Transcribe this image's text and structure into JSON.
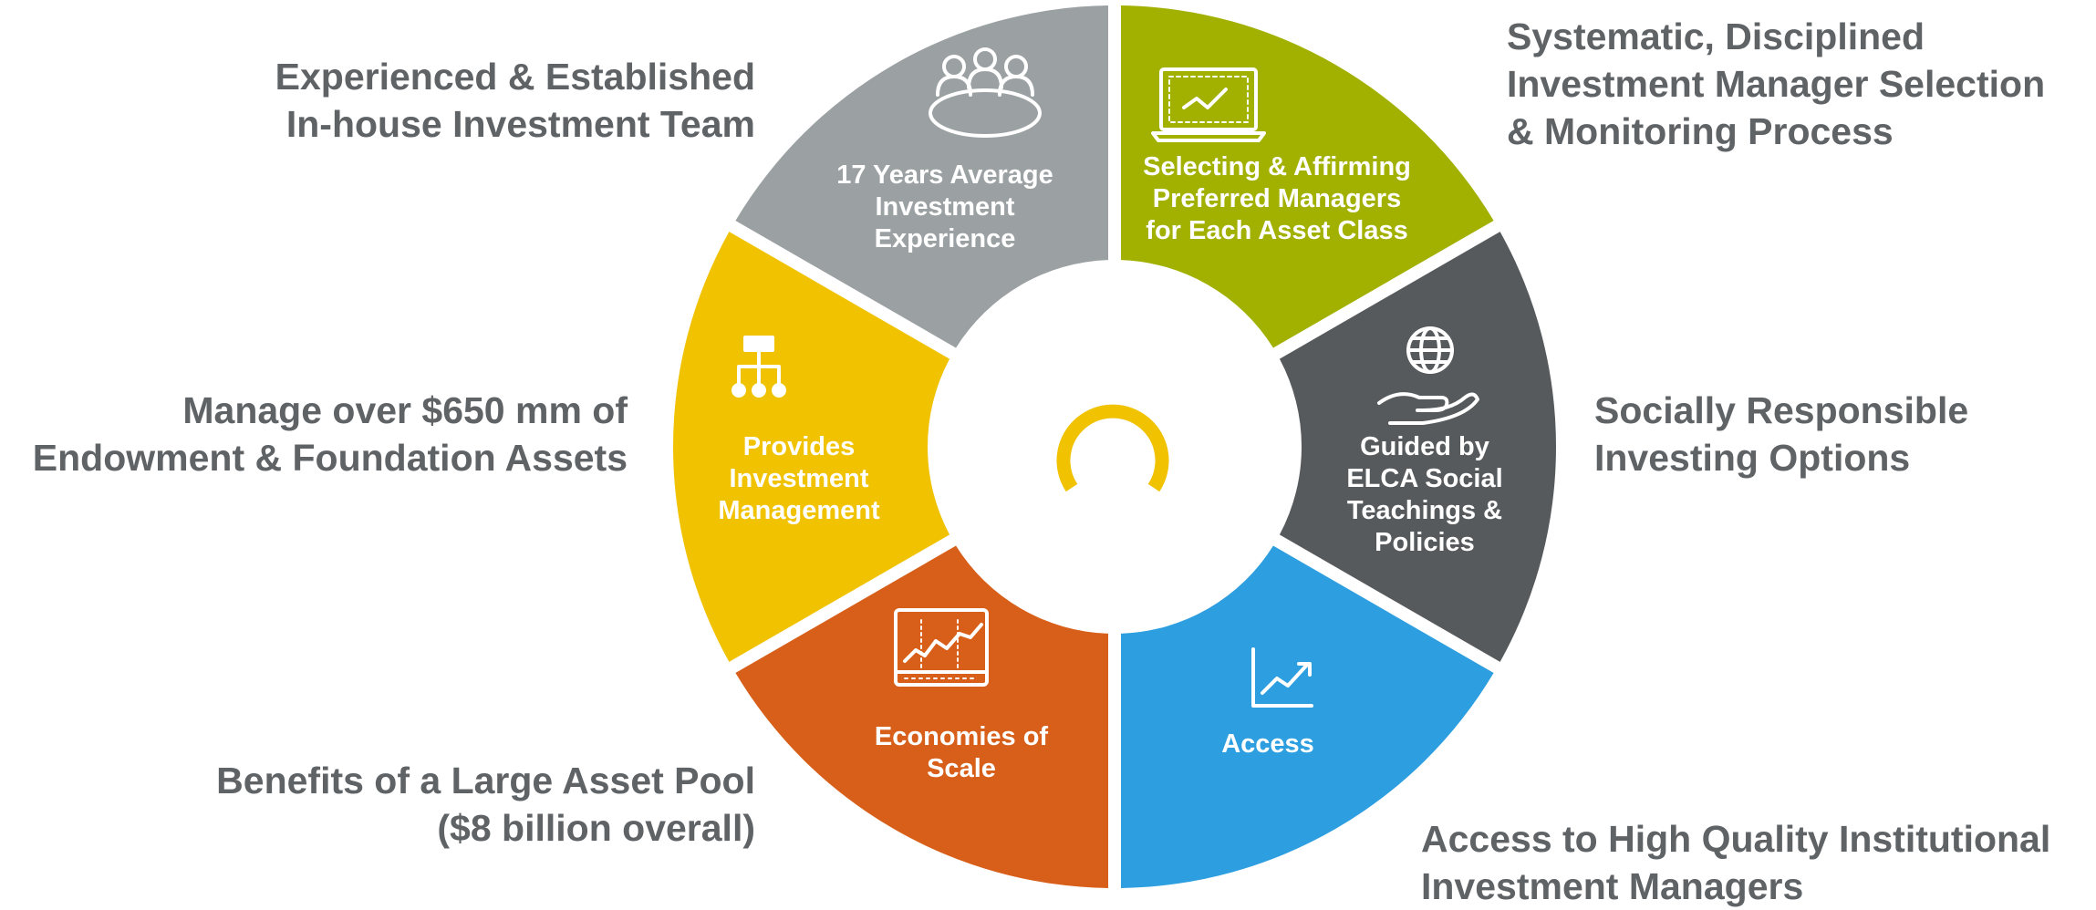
{
  "colors": {
    "yellow": "#f0c200",
    "gray": "#9ba0a3",
    "olive": "#a2b000",
    "dark": "#565a5c",
    "blue": "#2d9ee0",
    "orange": "#d85f1a",
    "text": "#5f6366",
    "center_ring": "#f0c200"
  },
  "segments": [
    {
      "key": "team",
      "color": "#f0c200",
      "icon": "team-meeting-icon",
      "lines": [
        "17 Years Average",
        "Investment",
        "Experience"
      ]
    },
    {
      "key": "selection",
      "color": "#9ba0a3",
      "icon": "laptop-chart-icon",
      "lines": [
        "Selecting & Affirming",
        "Preferred Managers",
        "for Each Asset Class"
      ]
    },
    {
      "key": "sri",
      "color": "#a2b000",
      "icon": "globe-hand-icon",
      "lines": [
        "Guided by",
        "ELCA Social",
        "Teachings &",
        "Policies"
      ]
    },
    {
      "key": "access",
      "color": "#565a5c",
      "icon": "growth-chart-icon",
      "lines": [
        "Access"
      ]
    },
    {
      "key": "scale",
      "color": "#2d9ee0",
      "icon": "monitor-chart-icon",
      "lines": [
        "Economies of",
        "Scale"
      ]
    },
    {
      "key": "management",
      "color": "#d85f1a",
      "icon": "org-chart-icon",
      "lines": [
        "Provides",
        "Investment",
        "Management"
      ]
    }
  ],
  "outer_labels": {
    "team": [
      "Experienced & Established",
      "In-house Investment Team"
    ],
    "selection": [
      "Systematic, Disciplined",
      "Investment Manager Selection",
      "& Monitoring Process"
    ],
    "sri": [
      "Socially Responsible",
      "Investing Options"
    ],
    "access": [
      "Access to High Quality Institutional",
      "Investment Managers"
    ],
    "scale": [
      "Benefits of a Large Asset Pool",
      "($8 billion overall)"
    ],
    "management": [
      "Manage over $650 mm of",
      "Endowment & Foundation Assets"
    ]
  }
}
